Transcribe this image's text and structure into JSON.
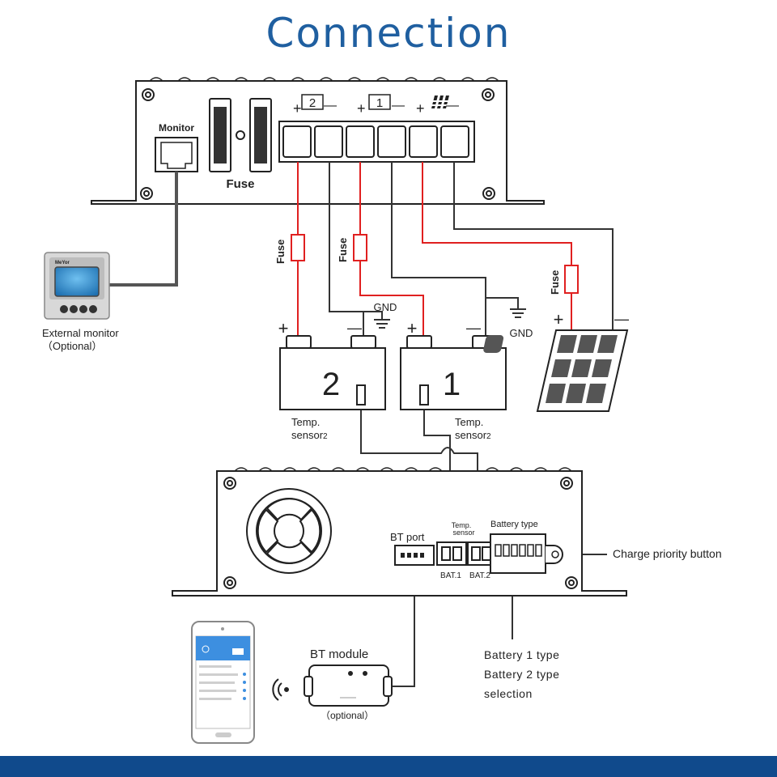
{
  "title": "Connection",
  "controller_top": {
    "monitor_label": "Monitor",
    "fuse_label": "Fuse",
    "terminal_groups": [
      {
        "number": "2",
        "plus": "+",
        "minus": "—"
      },
      {
        "number": "1",
        "plus": "+",
        "minus": "—"
      },
      {
        "icon": "solar-panel-icon",
        "plus": "+",
        "minus": "—"
      }
    ]
  },
  "external_monitor": {
    "brand": "MeYor",
    "caption_line1": "External monitor",
    "caption_line2": "（Optional）"
  },
  "wiring": {
    "fuse_labels": [
      "Fuse",
      "Fuse",
      "Fuse"
    ],
    "gnd_labels": [
      "GND",
      "GND"
    ],
    "plus_symbol": "+",
    "minus_symbol": "—",
    "wire_colors": {
      "positive": "#e02020",
      "negative": "#333333"
    }
  },
  "batteries": [
    {
      "number": "2",
      "sensor_line1": "Temp.",
      "sensor_line2": "sensor",
      "sensor_sub": "2"
    },
    {
      "number": "1",
      "sensor_line1": "Temp.",
      "sensor_line2": "sensor",
      "sensor_sub": "2"
    }
  ],
  "controller_bottom": {
    "bt_port_label": "BT port",
    "temp_sensor_label_line1": "Temp.",
    "temp_sensor_label_line2": "sensor",
    "bat1_label": "BAT.1",
    "bat2_label": "BAT.2",
    "battery_type_label": "Battery type",
    "charge_priority_label": "Charge priority button"
  },
  "bt_module": {
    "label": "BT module",
    "caption": "（optional）"
  },
  "battery_type_selection": {
    "line1": "Battery 1  type",
    "line2": "Battery 2  type",
    "line3": "selection"
  },
  "colors": {
    "title": "#1f5fa0",
    "bottom_bar": "#104a8c",
    "wire_red": "#e02020",
    "wire_black": "#333333",
    "phone_screen": "#3d8fe0",
    "monitor_screen": "#2a8ad0"
  }
}
